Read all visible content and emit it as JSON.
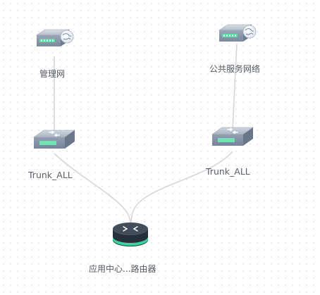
{
  "nodes": {
    "mgmt_net": {
      "label": "管理网",
      "icon": "network-server-icon"
    },
    "public_net": {
      "label": "公共服务网络",
      "icon": "network-server-icon"
    },
    "trunk_left": {
      "label": "Trunk_ALL",
      "icon": "switch-icon"
    },
    "trunk_right": {
      "label": "Trunk_ALL",
      "icon": "switch-icon"
    },
    "router": {
      "label": "应用中心...路由器",
      "icon": "router-icon"
    }
  },
  "links": [
    [
      "mgmt_net",
      "trunk_left"
    ],
    [
      "public_net",
      "trunk_right"
    ],
    [
      "trunk_left",
      "router"
    ],
    [
      "trunk_right",
      "router"
    ]
  ],
  "colors": {
    "link": "#d5d7db",
    "device_body": "#8c98aa",
    "device_top": "#c9d1dc",
    "port_green": "#6fe0b0",
    "router_body": "#2e3844",
    "router_band": "#39d39a"
  }
}
